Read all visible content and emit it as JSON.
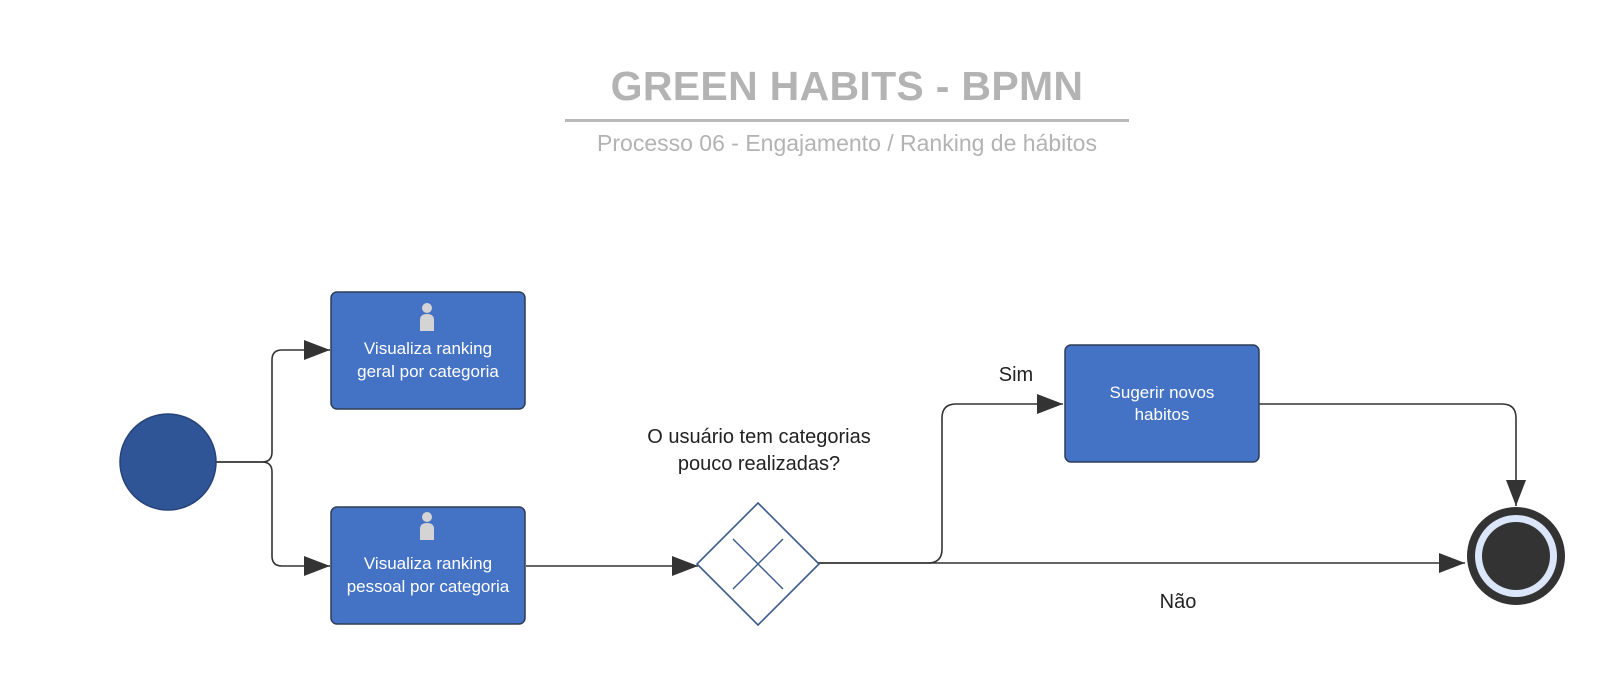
{
  "header": {
    "title": "GREEN HABITS - BPMN",
    "subtitle": "Processo 06 - Engajamento / Ranking de hábitos"
  },
  "diagram": {
    "colors": {
      "task_fill": "#4472c4",
      "task_stroke": "#2f3d55",
      "start_fill": "#2f5597",
      "end_fill": "#333333",
      "end_ring": "#dbe6fb",
      "line": "#333333",
      "gateway_stroke": "#3b5a8c"
    },
    "tasks": {
      "ranking_geral": {
        "line1": "Visualiza ranking",
        "line2": "geral por categoria",
        "icon": "user-icon"
      },
      "ranking_pessoal": {
        "line1": "Visualiza ranking",
        "line2": "pessoal por  categoria",
        "icon": "user-icon"
      },
      "sugerir": {
        "line1": "Sugerir novos",
        "line2": "habitos"
      }
    },
    "gateway": {
      "question_line1": "O usuário tem categorias",
      "question_line2": "pouco realizadas?",
      "icon": "exclusive-x-icon"
    },
    "flows": {
      "yes_label": "Sim",
      "no_label": "Não"
    }
  }
}
